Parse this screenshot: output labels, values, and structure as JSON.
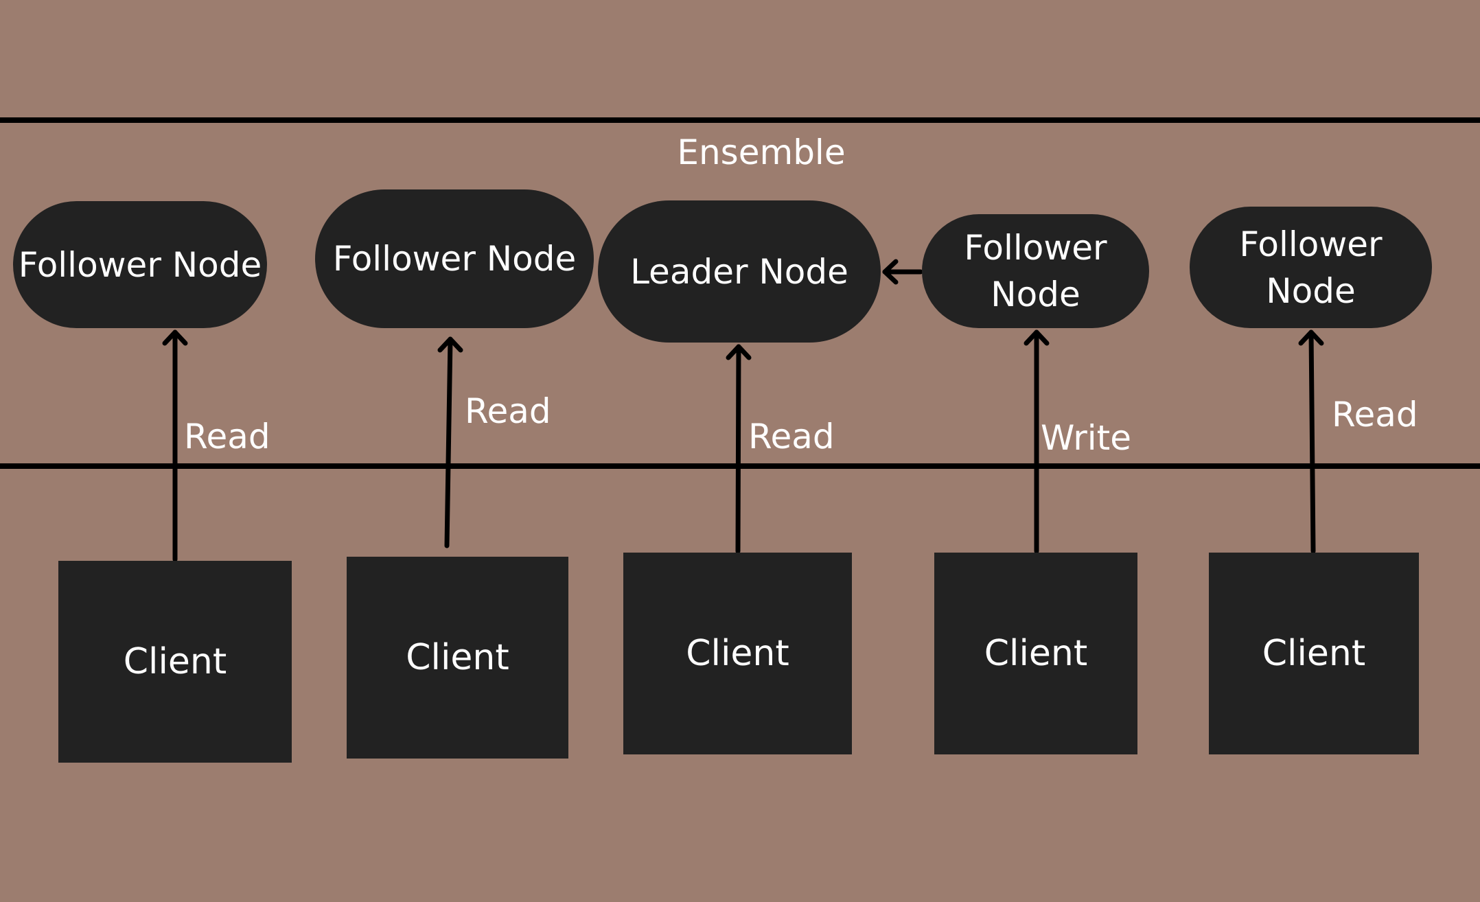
{
  "diagram": {
    "ensemble_label": "Ensemble",
    "nodes": [
      {
        "label": "Follower Node",
        "role": "follower"
      },
      {
        "label": "Follower Node",
        "role": "follower"
      },
      {
        "label": "Leader Node",
        "role": "leader"
      },
      {
        "label": "Follower Node",
        "role": "follower"
      },
      {
        "label": "Follower Node",
        "role": "follower"
      }
    ],
    "clients": [
      {
        "label": "Client"
      },
      {
        "label": "Client"
      },
      {
        "label": "Client"
      },
      {
        "label": "Client"
      },
      {
        "label": "Client"
      }
    ],
    "edges": [
      {
        "from": "client-1",
        "to": "node-1",
        "label": "Read"
      },
      {
        "from": "client-2",
        "to": "node-2",
        "label": "Read"
      },
      {
        "from": "client-3",
        "to": "node-3",
        "label": "Read"
      },
      {
        "from": "client-4",
        "to": "node-4",
        "label": "Write"
      },
      {
        "from": "client-5",
        "to": "node-5",
        "label": "Read"
      },
      {
        "from": "node-4",
        "to": "node-3",
        "label": ""
      }
    ]
  },
  "colors": {
    "background": "#9c7d6f",
    "box_fill": "#222222",
    "text": "#ffffff",
    "lines": "#000000"
  }
}
